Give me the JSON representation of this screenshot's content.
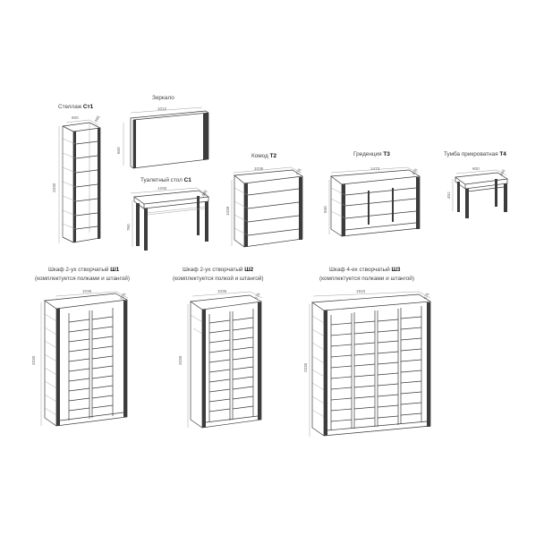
{
  "items": {
    "st1": {
      "name": "Стеллаж ",
      "code": "Ст1",
      "width": "600",
      "depth": "466",
      "height": "2030"
    },
    "mirror": {
      "name": "Зеркало",
      "width": "1012",
      "height": "600"
    },
    "table": {
      "name": "Туалетный стол ",
      "code": "С1",
      "width": "1200",
      "depth": "466",
      "height": "760"
    },
    "t2": {
      "name": "Комод ",
      "code": "Т2",
      "width": "1036",
      "depth": "476",
      "height": "1039"
    },
    "t3": {
      "name": "Греденция ",
      "code": "Т3",
      "width": "1473",
      "depth": "476",
      "height": "840"
    },
    "t4": {
      "name": "Тумба прикроватная ",
      "code": "Т4",
      "width": "600",
      "depth": "466",
      "height": "452"
    },
    "sh1": {
      "name": "Шкаф 2-ух створчатый ",
      "code": "Ш1",
      "note": "(комплектуется полками и штангой)",
      "width": "1036",
      "depth": "576",
      "height": "2030"
    },
    "sh2": {
      "name": "Шкаф 2-ух створчатый ",
      "code": "Ш2",
      "note": "(комплектуется полкой и штангой)",
      "width": "1036",
      "depth": "576",
      "height": "2030"
    },
    "sh3": {
      "name": "Шкаф 4-ех створчатый ",
      "code": "Ш3",
      "note": "(комплектуется полками и штангой)",
      "width": "1910",
      "depth": "576",
      "height": "2030"
    }
  },
  "colors": {
    "line": "#3a3a3a",
    "dark": "#3c3c3c",
    "light": "#9a9a9a"
  }
}
